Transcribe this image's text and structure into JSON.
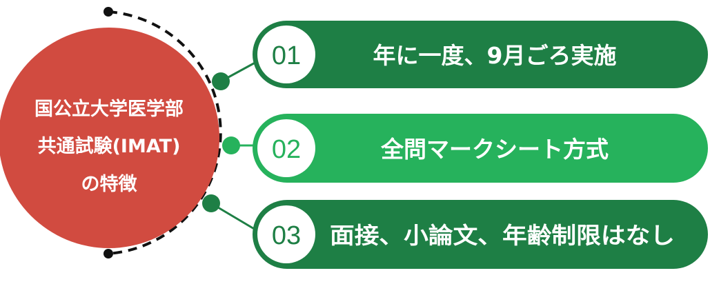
{
  "center": {
    "lines": [
      "国公立大学医学部",
      "共通試験(IMAT)",
      "の特徴"
    ],
    "color": "#D14B40"
  },
  "items": [
    {
      "number": "01",
      "label": "年に一度、9月ごろ実施",
      "color": "#1E7F45"
    },
    {
      "number": "02",
      "label": "全問マークシート方式",
      "color": "#26B25C"
    },
    {
      "number": "03",
      "label": "面接、小論文、年齢制限はなし",
      "color": "#1E7F45"
    }
  ]
}
